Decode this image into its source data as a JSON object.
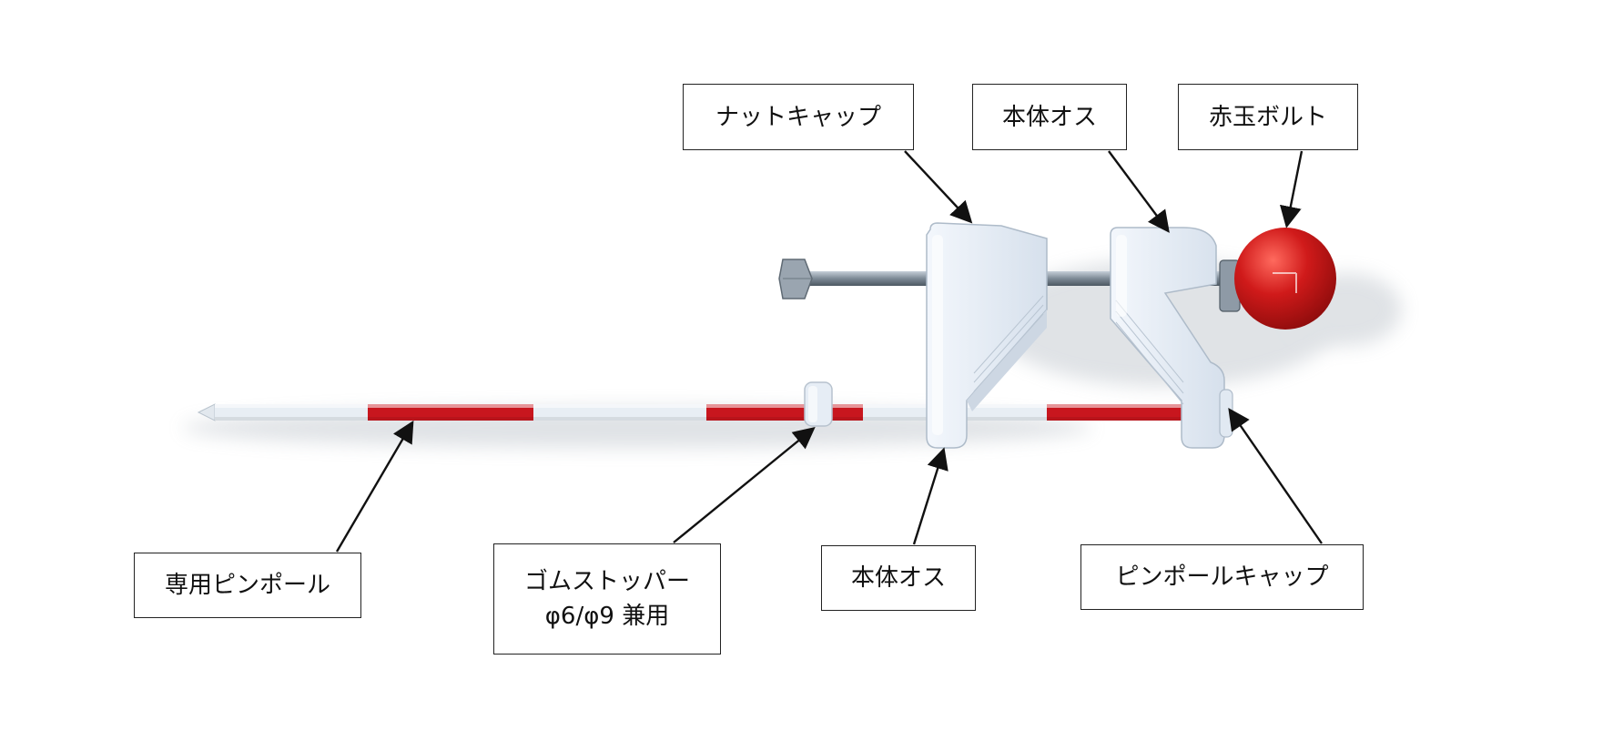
{
  "labels": {
    "nut_cap": "ナットキャップ",
    "body_male_top": "本体オス",
    "red_ball_bolt": "赤玉ボルト",
    "pin_pole": "専用ピンポール",
    "rubber_stopper_line1": "ゴムストッパー",
    "rubber_stopper_line2": "φ6/φ9 兼用",
    "body_male_bottom": "本体オス",
    "pin_pole_cap": "ピンポールキャップ"
  },
  "colors": {
    "pole_red": "#c8161e",
    "pole_white": "#e8eef4",
    "body_plastic": "#e9f0f8",
    "bolt_steel": "#8e9aa6",
    "ball_red": "#d01a1a",
    "frame": "#222222"
  }
}
